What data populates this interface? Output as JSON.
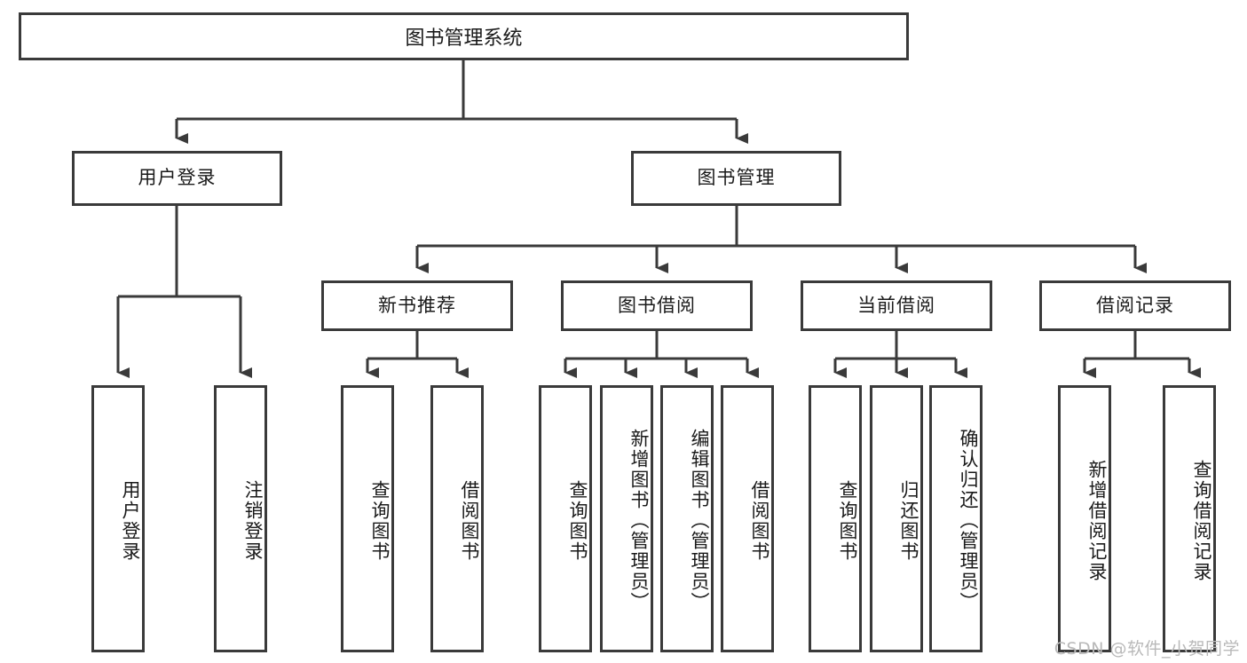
{
  "diagram": {
    "title": "图书管理系统",
    "type": "tree-hierarchy-chart",
    "watermark": "CSDN @软件_小贺同学",
    "colors": {
      "stroke": "#3a3a3a",
      "fill": "#ffffff",
      "text": "#1a1a1a",
      "watermark": "#b9b9b9"
    },
    "root": {
      "label": "图书管理系统"
    },
    "level2": [
      {
        "label": "用户登录"
      },
      {
        "label": "图书管理"
      }
    ],
    "level3": [
      {
        "label": "新书推荐"
      },
      {
        "label": "图书借阅"
      },
      {
        "label": "当前借阅"
      },
      {
        "label": "借阅记录"
      }
    ],
    "leaves": {
      "user_login": [
        {
          "label": "用户登录"
        },
        {
          "label": "注销登录"
        }
      ],
      "new_book": [
        {
          "label": "查询图书"
        },
        {
          "label": "借阅图书"
        }
      ],
      "book_borrow": [
        {
          "label": "查询图书"
        },
        {
          "label": "新增图书（管理员）"
        },
        {
          "label": "编辑图书（管理员）"
        },
        {
          "label": "借阅图书"
        }
      ],
      "current_borrow": [
        {
          "label": "查询图书"
        },
        {
          "label": "归还图书"
        },
        {
          "label": "确认归还（管理员）"
        }
      ],
      "borrow_record": [
        {
          "label": "新增借阅记录"
        },
        {
          "label": "查询借阅记录"
        }
      ]
    }
  }
}
